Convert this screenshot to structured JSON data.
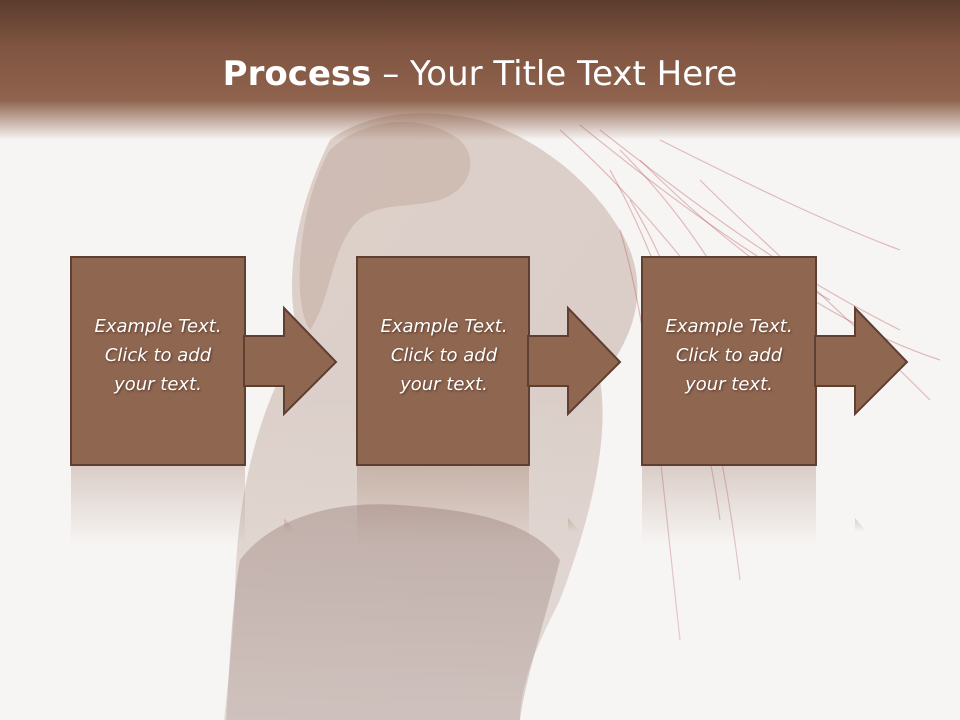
{
  "slide": {
    "title_bold": "Process",
    "title_separator": " – ",
    "title_rest": "Your Title Text Here"
  },
  "steps": [
    {
      "text": "Example Text.\nClick  to add\nyour text."
    },
    {
      "text": "Example Text.\nClick  to add\nyour text."
    },
    {
      "text": "Example Text.\nClick  to add\nyour text."
    }
  ],
  "colors": {
    "box_fill": "#8f6650",
    "box_border": "#5f3f31",
    "title_bar": "#7f5440",
    "background": "#f7f5f4"
  },
  "background_image": {
    "icon": "woman-silhouette-photo"
  }
}
